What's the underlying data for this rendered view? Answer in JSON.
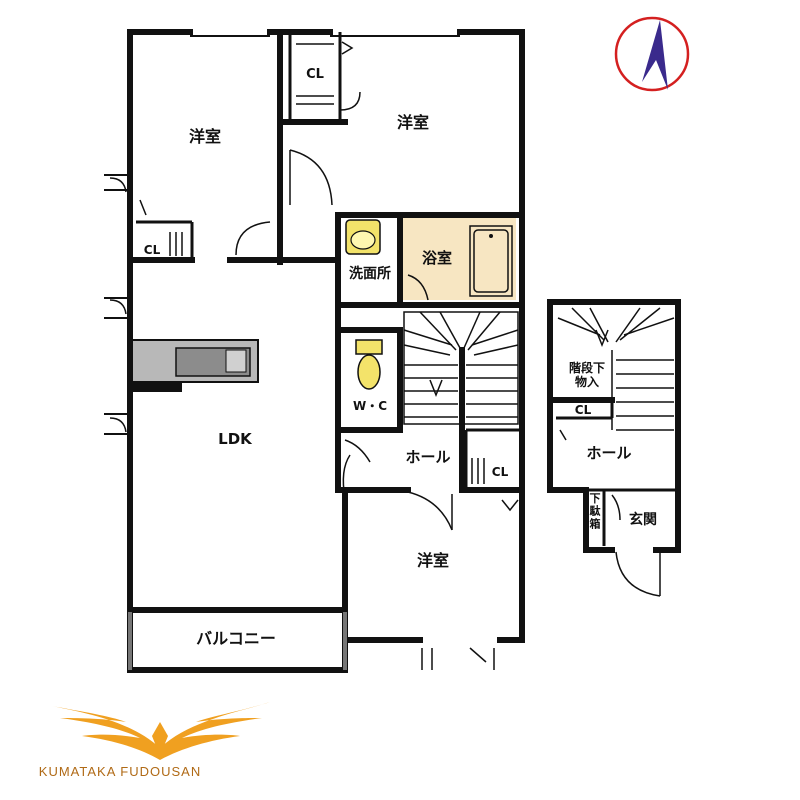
{
  "compass": {
    "icon": "north-arrow-icon",
    "color": "#d42020",
    "arrow_color": "#3a2a8c"
  },
  "rooms": {
    "western_nw": "洋室",
    "western_ne": "洋室",
    "western_s": "洋室",
    "closet_top": "CL",
    "closet_left": "CL",
    "closet_center": "CL",
    "closet_annex": "CL",
    "washroom": "洗面所",
    "bathroom": "浴室",
    "toilet": "W・C",
    "ldk": "LDK",
    "hall_main": "ホール",
    "hall_annex": "ホール",
    "balcony": "バルコニー",
    "under_stairs_storage": "階段下物入",
    "shoe_box": "下駄箱",
    "entrance": "玄関"
  },
  "colors": {
    "wall": "#111111",
    "bathroom_fill": "#f7e6c2",
    "fixture_fill": "#f3e36a",
    "kitchen_fill": "#b8b8b8",
    "logo": "#f0a020"
  },
  "brand": {
    "name": "KUMATAKA FUDOUSAN",
    "logo_icon": "eagle-wings-logo-icon"
  }
}
